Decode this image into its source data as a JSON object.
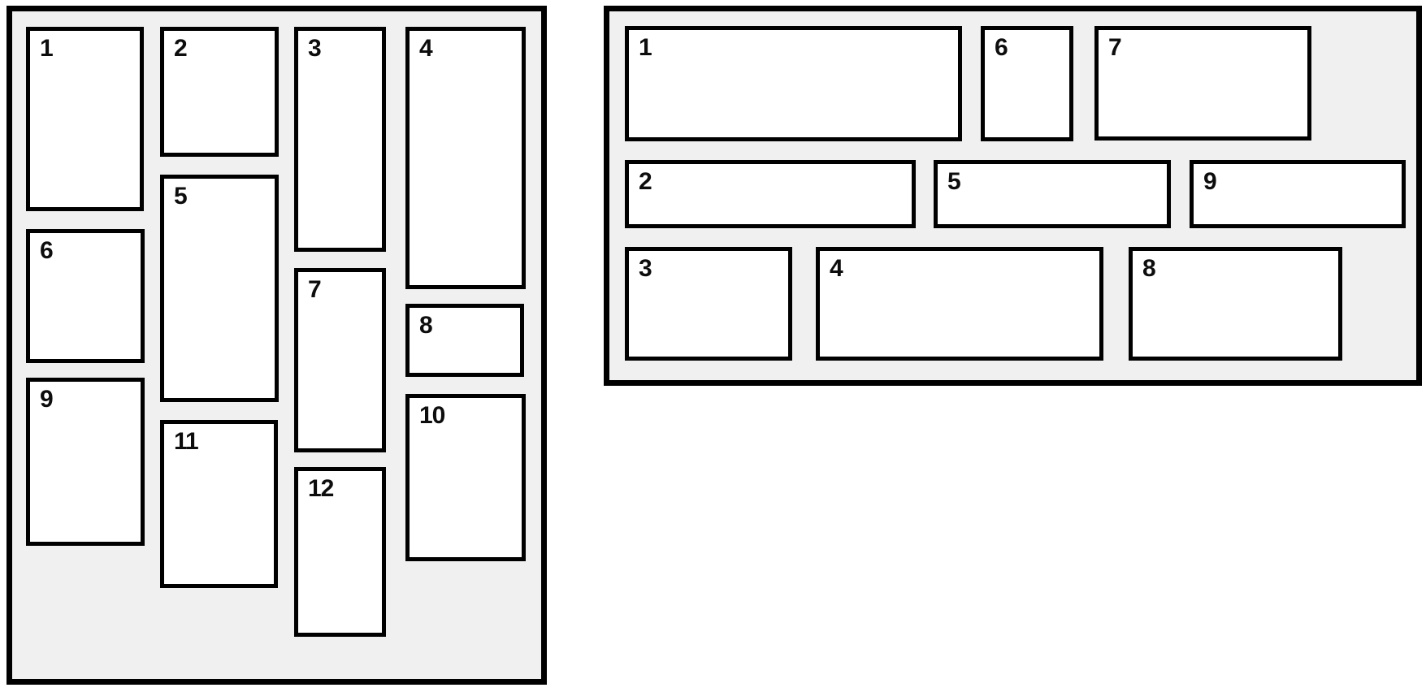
{
  "colors": {
    "page_background": "#ffffff",
    "panel_background": "#f0f0f0",
    "panel_border": "#000000",
    "box_background": "#ffffff",
    "box_border": "#000000",
    "number_text": "#0d0d0d"
  },
  "panels": {
    "left": {
      "items": [
        {
          "label": "1"
        },
        {
          "label": "2"
        },
        {
          "label": "3"
        },
        {
          "label": "4"
        },
        {
          "label": "5"
        },
        {
          "label": "6"
        },
        {
          "label": "7"
        },
        {
          "label": "8"
        },
        {
          "label": "9"
        },
        {
          "label": "10"
        },
        {
          "label": "11"
        },
        {
          "label": "12"
        }
      ]
    },
    "right": {
      "items": [
        {
          "label": "1"
        },
        {
          "label": "2"
        },
        {
          "label": "3"
        },
        {
          "label": "4"
        },
        {
          "label": "5"
        },
        {
          "label": "6"
        },
        {
          "label": "7"
        },
        {
          "label": "8"
        },
        {
          "label": "9"
        }
      ]
    }
  }
}
